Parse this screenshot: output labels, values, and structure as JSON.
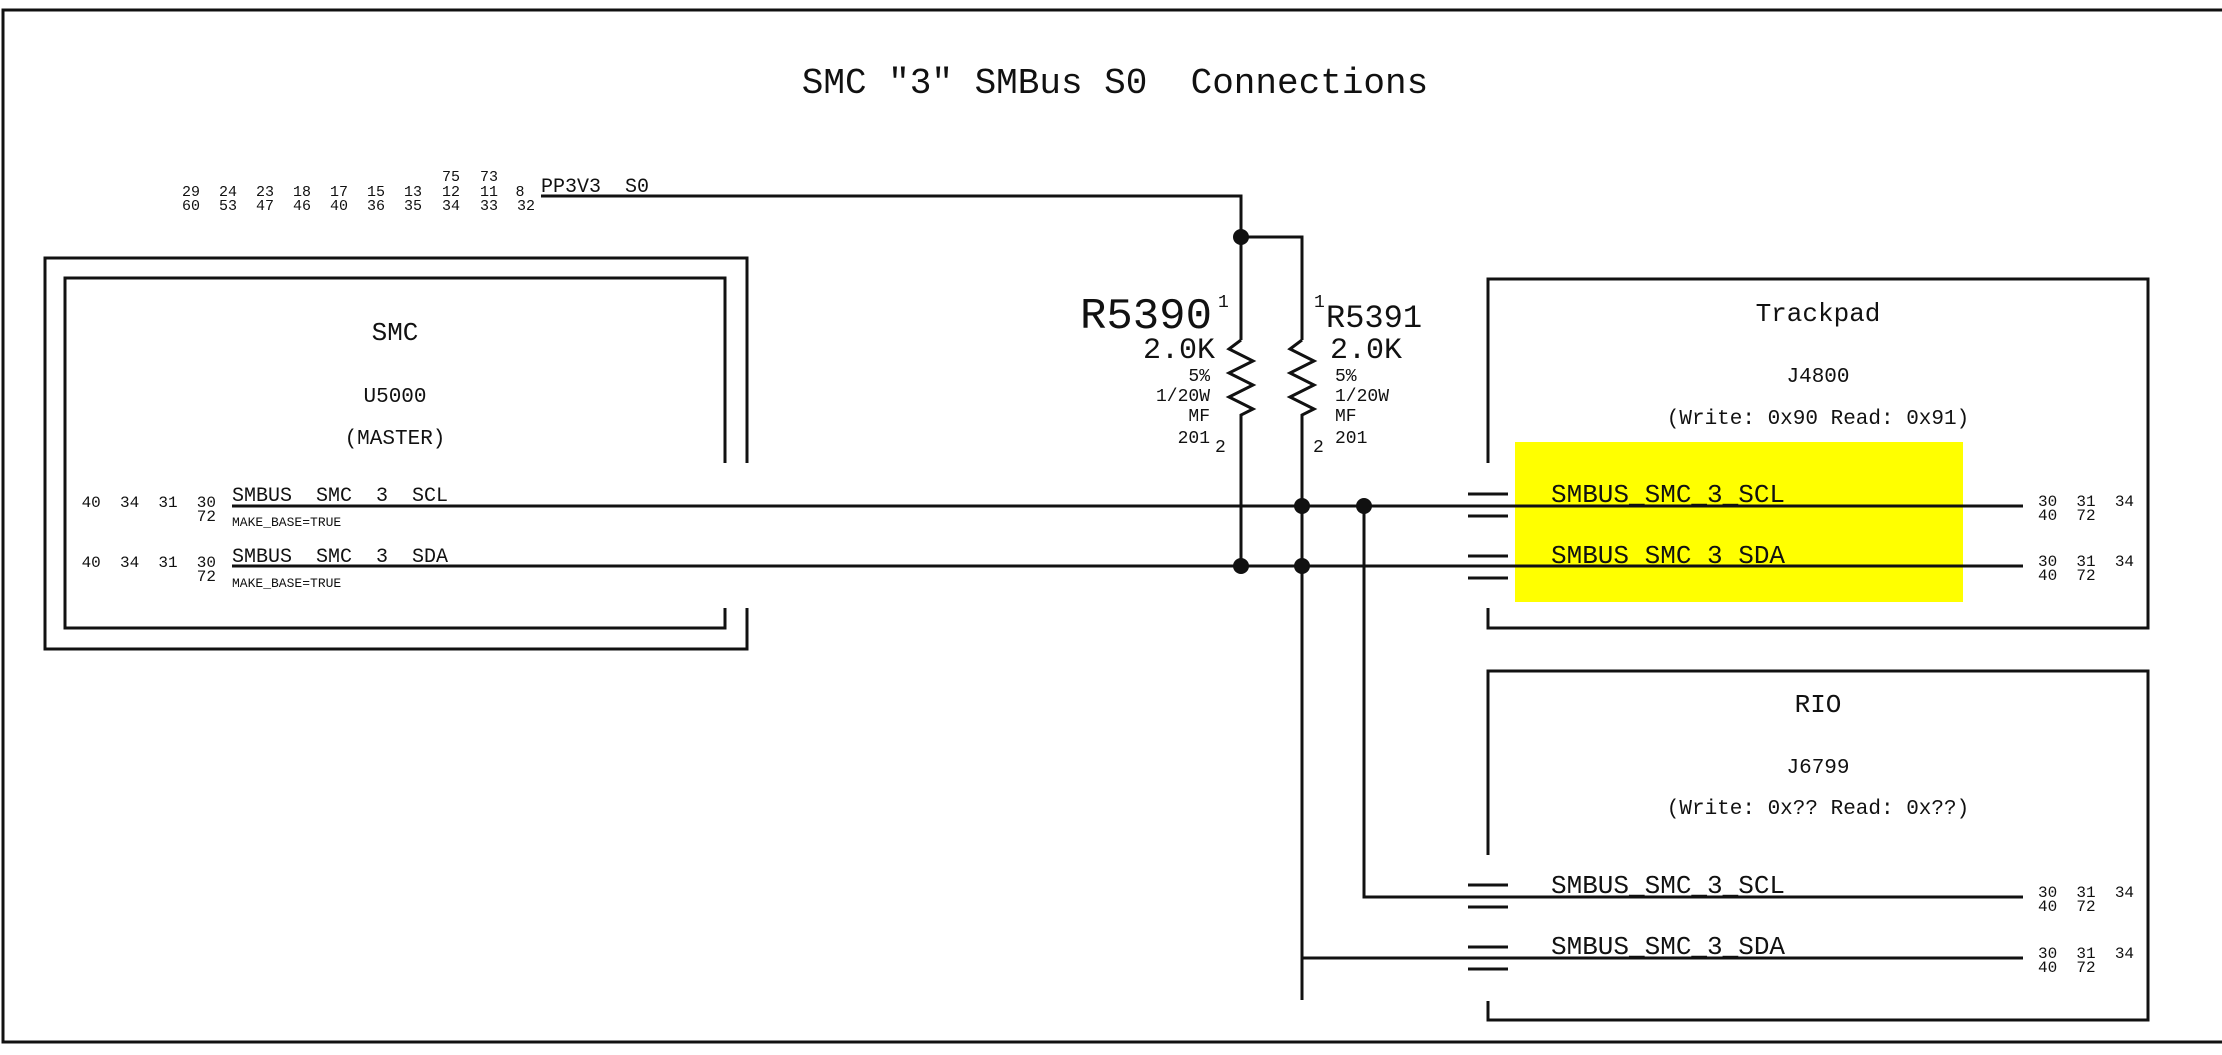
{
  "page": {
    "title": "SMC \"3\" SMBus S0  Connections"
  },
  "power": {
    "net": "PP3V3_S0",
    "net_display": "PP3V3  S0",
    "refs_top": [
      "75",
      "73"
    ],
    "refs_row1": [
      "29",
      "24",
      "23",
      "18",
      "17",
      "15",
      "13",
      "12",
      "11",
      "8"
    ],
    "refs_row2": [
      "60",
      "53",
      "47",
      "46",
      "40",
      "36",
      "35",
      "34",
      "33",
      "32"
    ]
  },
  "smc": {
    "name": "SMC",
    "refdes": "U5000",
    "role": "(MASTER)",
    "nets": [
      {
        "name": "SMBUS_SMC_3_SCL",
        "display": "SMBUS  SMC  3  SCL",
        "pages_row1": "40  34  31  30",
        "pages_row2": "72",
        "property": "MAKE_BASE=TRUE"
      },
      {
        "name": "SMBUS_SMC_3_SDA",
        "display": "SMBUS  SMC  3  SDA",
        "pages_row1": "40  34  31  30",
        "pages_row2": "72",
        "property": "MAKE_BASE=TRUE"
      }
    ]
  },
  "resistors": [
    {
      "refdes": "R5390",
      "value": "2.0K",
      "tolerance": "5%",
      "power": "1/20W",
      "type": "MF",
      "package": "201",
      "pin1": "1",
      "pin2": "2"
    },
    {
      "refdes": "R5391",
      "value": "2.0K",
      "tolerance": "5%",
      "power": "1/20W",
      "type": "MF",
      "package": "201",
      "pin1": "1",
      "pin2": "2"
    }
  ],
  "trackpad": {
    "name": "Trackpad",
    "refdes": "J4800",
    "address": "(Write: 0x90 Read: 0x91)",
    "highlight_color": "#ffff00",
    "nets": [
      {
        "name": "SMBUS_SMC_3_SCL",
        "display": "SMBUS_SMC_3_SCL",
        "pages_row1": "30  31  34",
        "pages_row2": "40  72"
      },
      {
        "name": "SMBUS_SMC_3_SDA",
        "display": "SMBUS_SMC_3_SDA",
        "pages_row1": "30  31  34",
        "pages_row2": "40  72"
      }
    ]
  },
  "rio": {
    "name": "RIO",
    "refdes": "J6799",
    "address": "(Write: 0x?? Read: 0x??)",
    "nets": [
      {
        "name": "SMBUS_SMC_3_SCL",
        "display": "SMBUS_SMC_3_SCL",
        "pages_row1": "30  31  34",
        "pages_row2": "40  72"
      },
      {
        "name": "SMBUS_SMC_3_SDA",
        "display": "SMBUS_SMC_3_SDA",
        "pages_row1": "30  31  34",
        "pages_row2": "40  72"
      }
    ]
  }
}
